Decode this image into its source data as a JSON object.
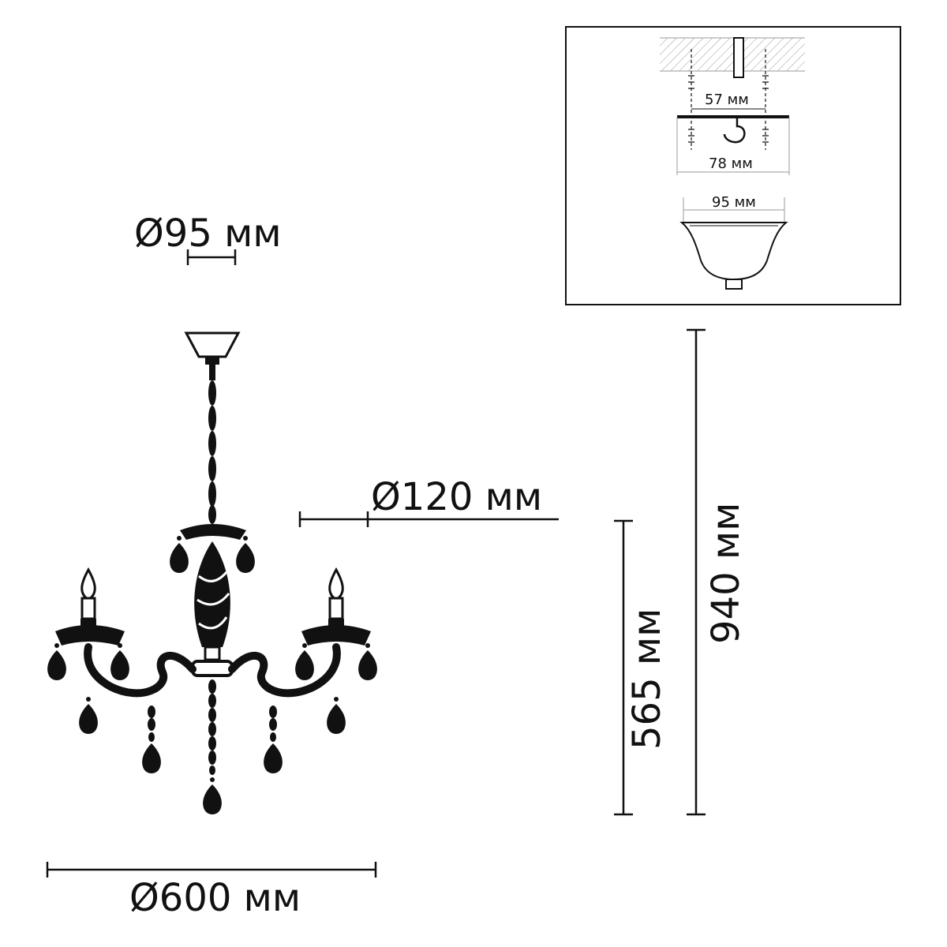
{
  "dimensions": {
    "canopy_diameter": "Ø95 мм",
    "body_diameter": "Ø120 мм",
    "overall_diameter": "Ø600 мм",
    "body_height": "565 мм",
    "total_height": "940 мм"
  },
  "mounting_detail": {
    "bracket_screw_spacing": "57 мм",
    "bracket_width": "78 мм",
    "canopy_width": "95 мм"
  },
  "colors": {
    "line": "#111111",
    "hatch": "#888888",
    "background": "#ffffff"
  }
}
